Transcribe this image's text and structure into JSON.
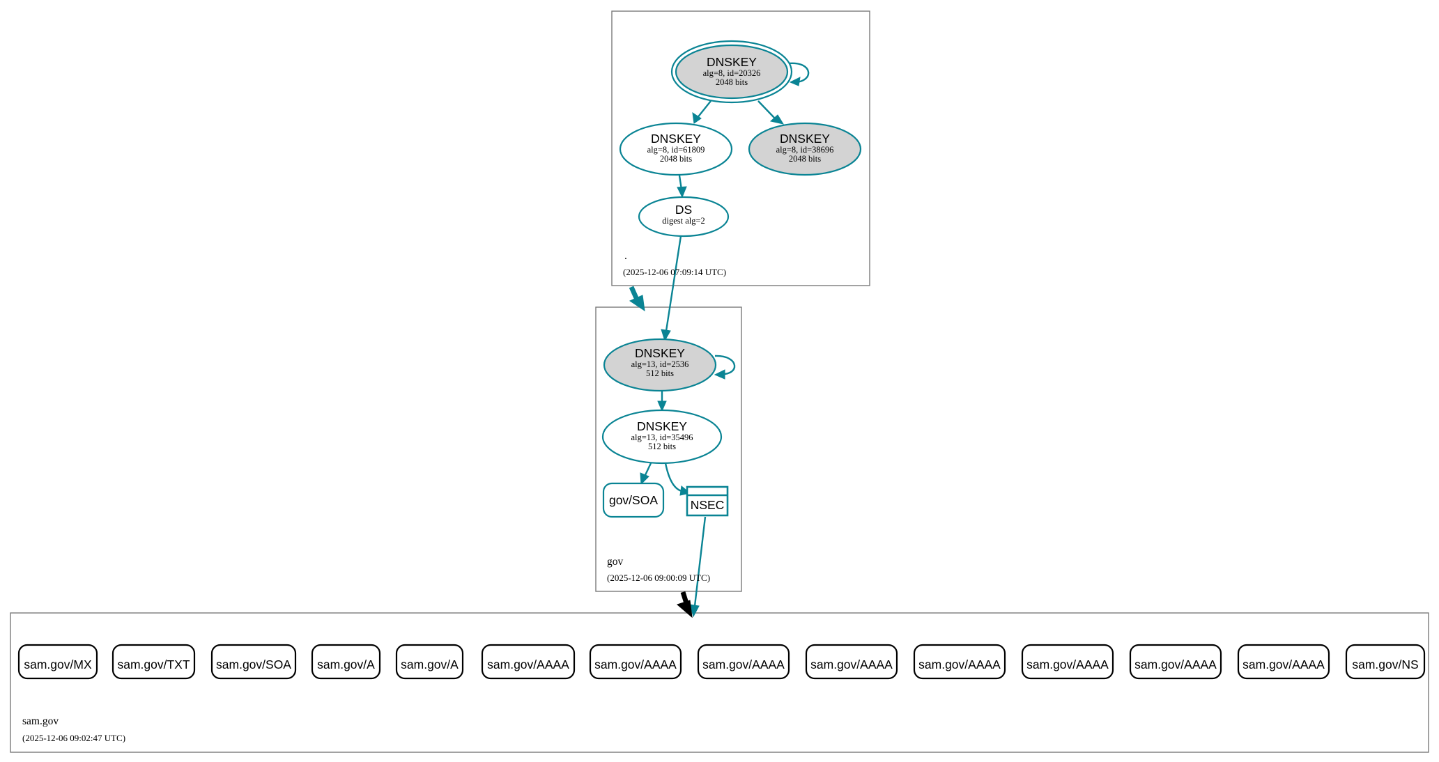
{
  "zones": {
    "root": {
      "label": ".",
      "timestamp": "(2025-12-06 07:09:14 UTC)",
      "keys": {
        "ksk": {
          "title": "DNSKEY",
          "line1": "alg=8, id=20326",
          "line2": "2048 bits"
        },
        "zsk": {
          "title": "DNSKEY",
          "line1": "alg=8, id=61809",
          "line2": "2048 bits"
        },
        "key3": {
          "title": "DNSKEY",
          "line1": "alg=8, id=38696",
          "line2": "2048 bits"
        }
      },
      "ds": {
        "title": "DS",
        "line1": "digest alg=2"
      }
    },
    "gov": {
      "label": "gov",
      "timestamp": "(2025-12-06 09:00:09 UTC)",
      "keys": {
        "ksk": {
          "title": "DNSKEY",
          "line1": "alg=13, id=2536",
          "line2": "512 bits"
        },
        "zsk": {
          "title": "DNSKEY",
          "line1": "alg=13, id=35496",
          "line2": "512 bits"
        }
      },
      "soa": "gov/SOA",
      "nsec": "NSEC"
    },
    "sam": {
      "label": "sam.gov",
      "timestamp": "(2025-12-06 09:02:47 UTC)",
      "records": [
        "sam.gov/MX",
        "sam.gov/TXT",
        "sam.gov/SOA",
        "sam.gov/A",
        "sam.gov/A",
        "sam.gov/AAAA",
        "sam.gov/AAAA",
        "sam.gov/AAAA",
        "sam.gov/AAAA",
        "sam.gov/AAAA",
        "sam.gov/AAAA",
        "sam.gov/AAAA",
        "sam.gov/AAAA",
        "sam.gov/NS"
      ]
    }
  },
  "colors": {
    "edge": "#0a8494",
    "key_fill": "#d3d3d3",
    "delegation_black": "#000000"
  }
}
